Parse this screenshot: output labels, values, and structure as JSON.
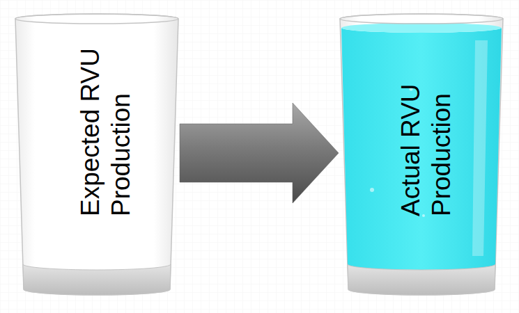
{
  "diagram": {
    "nodes": [
      {
        "text": [
          "Expected RVU Production"
        ]
      },
      {
        "text": [
          "Actual RVU Production"
        ]
      }
    ],
    "edges": [
      {
        "from": 0,
        "to": 1,
        "arrow": "to"
      }
    ]
  }
}
